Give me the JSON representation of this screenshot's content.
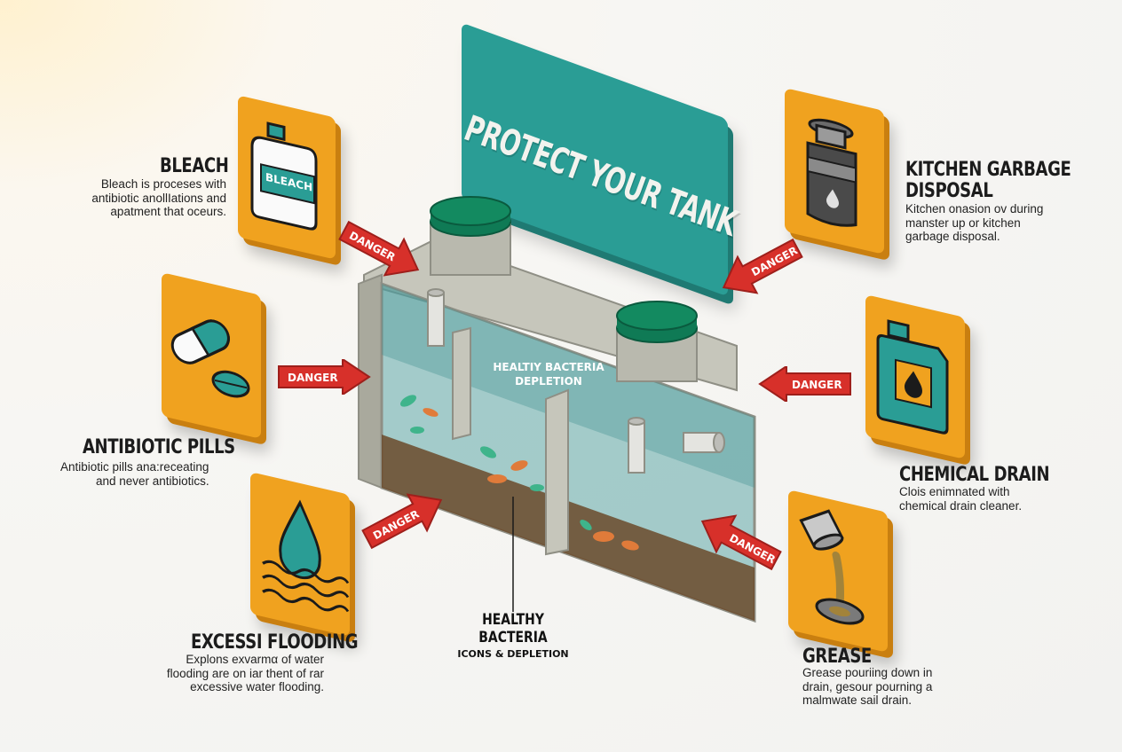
{
  "banner": {
    "title": "PROTECT YOUR TANK"
  },
  "items": {
    "bleach": {
      "title": "BLEACH",
      "body": [
        "Bleach is proceses with",
        "antibiotic anollIations and",
        "apatment that oceurs."
      ],
      "icon_text": "BLEACH"
    },
    "antibiotic": {
      "title": "ANTIBIOTIC PILLS",
      "body": [
        "Antibiotic pills ana:receating",
        "and never antibiotics."
      ]
    },
    "flooding": {
      "title": "EXCESSI FLOODING",
      "body": [
        "Explons exvarmα of water",
        "flooding are on iar thent of rar",
        "excessive water flooding."
      ]
    },
    "garbage": {
      "title_lines": [
        "KITCHEN GARBAGE",
        "DISPOSAL"
      ],
      "body": [
        "Kitchen onasion ov during",
        "manster up or kitchen",
        "garbage disposal."
      ]
    },
    "chemical": {
      "title": "CHEMICAL DRAIN",
      "body": [
        "Clois enimnated with",
        "chemical drain cleaner."
      ]
    },
    "grease": {
      "title": "GREASE",
      "body": [
        "Grease pouriing down in",
        "drain, gesour pourning a",
        "malmwate sail drain."
      ]
    }
  },
  "danger_label": "DANGER",
  "tank": {
    "inner_label": [
      "HEALTIY BACTERIA",
      "DEPLETION"
    ],
    "callout": [
      "HEALTHY BACTERIA",
      "ICONS & DEPLETION"
    ]
  },
  "colors": {
    "teal": "#2a9d95",
    "orange": "#f0a21f",
    "red": "#d7302a",
    "tank_green": "#0f7a55",
    "concrete": "#b3b3a6"
  },
  "icons": [
    "bleach-bottle-icon",
    "pill-icon",
    "water-drop-icon",
    "garbage-disposal-icon",
    "chemical-can-icon",
    "grease-pour-icon"
  ]
}
